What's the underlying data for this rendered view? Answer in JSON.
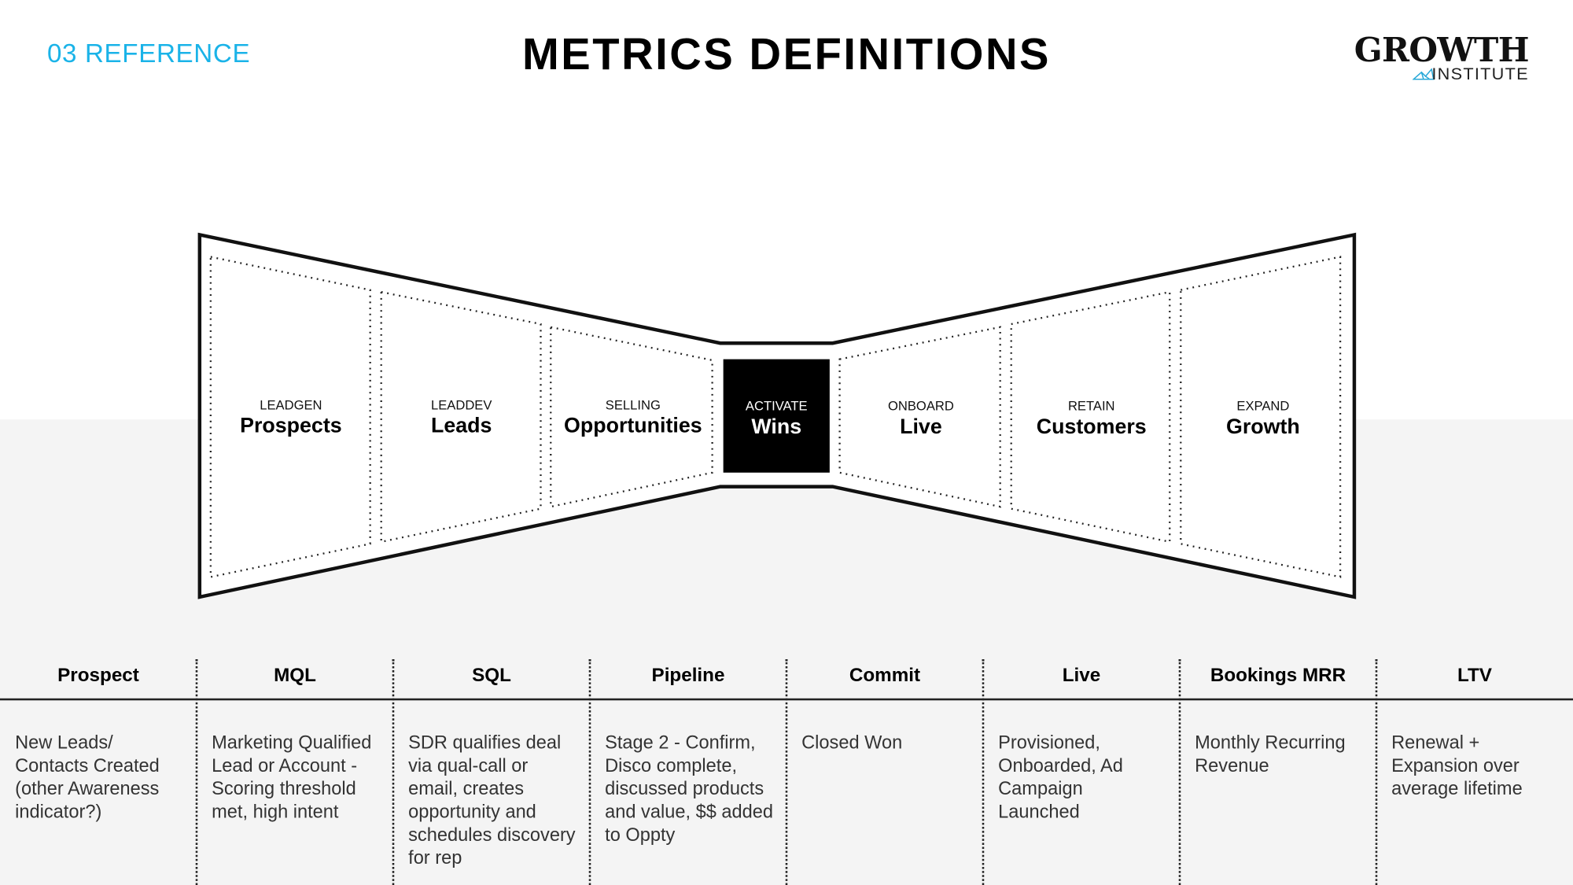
{
  "header": {
    "section": "03 REFERENCE",
    "title": "METRICS DEFINITIONS"
  },
  "logo": {
    "line1": "GROWTH",
    "line2": "INSTITUTE"
  },
  "colors": {
    "accent": "#1ab3e8",
    "background_lower": "#f4f4f4",
    "active_stage": "#000000"
  },
  "stages": [
    {
      "category": "LEADGEN",
      "name": "Prospects"
    },
    {
      "category": "LEADDEV",
      "name": "Leads"
    },
    {
      "category": "SELLING",
      "name": "Opportunities"
    },
    {
      "category": "ACTIVATE",
      "name": "Wins"
    },
    {
      "category": "ONBOARD",
      "name": "Live"
    },
    {
      "category": "RETAIN",
      "name": "Customers"
    },
    {
      "category": "EXPAND",
      "name": "Growth"
    }
  ],
  "metrics": [
    {
      "name": "Prospect",
      "definition": "New Leads/ Contacts Created (other Awareness indicator?)"
    },
    {
      "name": "MQL",
      "definition": "Marketing Qualified Lead or Account - Scoring threshold met, high intent"
    },
    {
      "name": "SQL",
      "definition": "SDR qualifies deal via qual-call or email, creates opportunity and schedules discovery for rep"
    },
    {
      "name": "Pipeline",
      "definition": "Stage 2 - Confirm, Disco complete, discussed products and value, $$ added to Oppty"
    },
    {
      "name": "Commit",
      "definition": "Closed Won"
    },
    {
      "name": "Live",
      "definition": "Provisioned, Onboarded, Ad Campaign Launched"
    },
    {
      "name": "Bookings MRR",
      "definition": "Monthly Recurring Revenue"
    },
    {
      "name": "LTV",
      "definition": "Renewal + Expansion over average lifetime"
    }
  ]
}
